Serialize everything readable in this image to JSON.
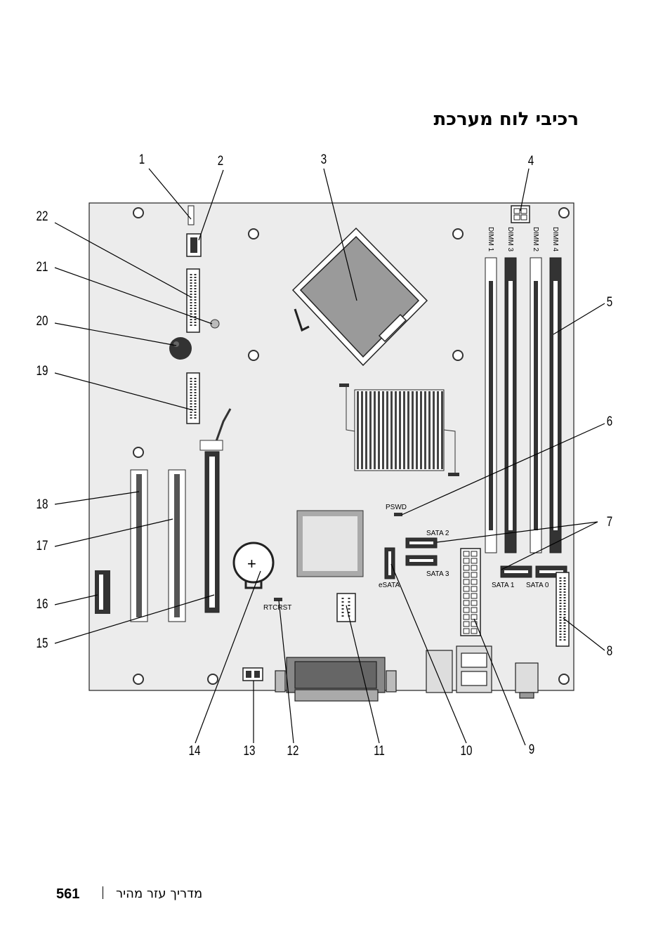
{
  "page": {
    "title": "רכיבי לוח מערכת",
    "page_number": "561",
    "footer_text": "מדריך עזר מהיר"
  },
  "callouts": [
    "1",
    "2",
    "3",
    "4",
    "5",
    "6",
    "7",
    "8",
    "9",
    "10",
    "11",
    "12",
    "13",
    "14",
    "15",
    "16",
    "17",
    "18",
    "19",
    "20",
    "21",
    "22"
  ],
  "board_labels": {
    "dimm1": "DIMM 1",
    "dimm3": "DIMM 3",
    "dimm2": "DIMM 2",
    "dimm4": "DIMM 4",
    "pswd": "PSWD",
    "sata2": "SATA 2",
    "sata3": "SATA 3",
    "sata1": "SATA 1",
    "sata0": "SATA 0",
    "esata": "eSATA",
    "rtcrst": "RTCRST"
  }
}
